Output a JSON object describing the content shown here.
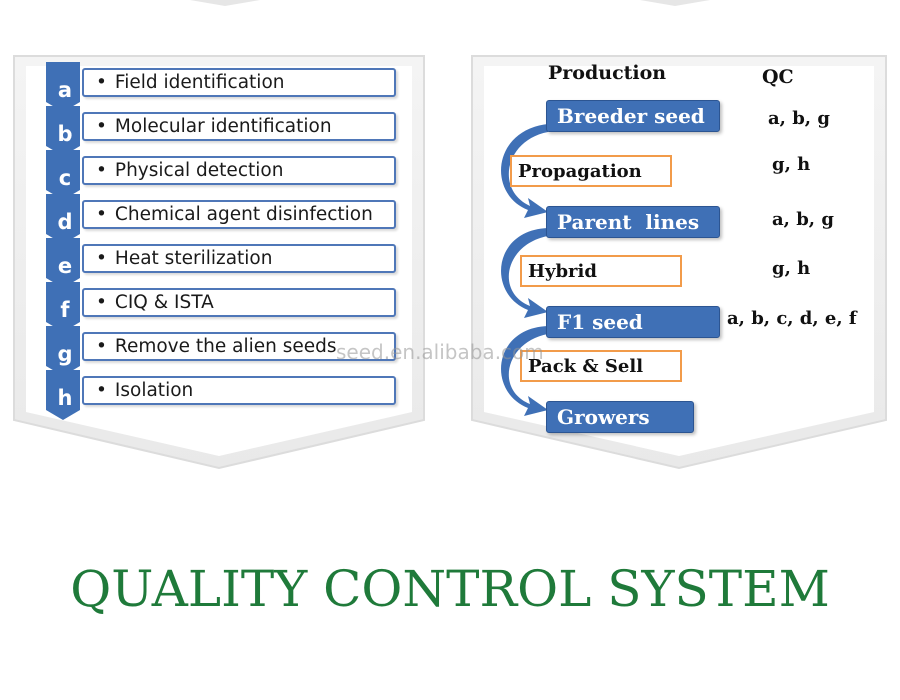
{
  "left_panel": {
    "steps": [
      {
        "letter": "a",
        "text": "Field identification"
      },
      {
        "letter": "b",
        "text": "Molecular identification"
      },
      {
        "letter": "c",
        "text": "Physical detection"
      },
      {
        "letter": "d",
        "text": "Chemical agent disinfection"
      },
      {
        "letter": "e",
        "text": "Heat sterilization"
      },
      {
        "letter": "f",
        "text": "CIQ & ISTA"
      },
      {
        "letter": "g",
        "text": "Remove the alien seeds"
      },
      {
        "letter": "h",
        "text": "Isolation"
      }
    ],
    "bullet": "•"
  },
  "right_panel": {
    "header_production": "Production",
    "header_qc": "QC",
    "stages": [
      {
        "label": "Breeder seed",
        "qc": "a, b, g"
      },
      {
        "label": "Parent  lines",
        "qc": "a, b, g"
      },
      {
        "label": "F1 seed",
        "qc": "a, b, c, d, e, f"
      },
      {
        "label": "Growers",
        "qc": ""
      }
    ],
    "processes": [
      {
        "label": "Propagation",
        "qc": "g, h"
      },
      {
        "label": "Hybrid",
        "qc": "g, h"
      },
      {
        "label": "Pack & Sell",
        "qc": ""
      }
    ]
  },
  "watermark": "seed.en.alibaba.com",
  "title": "QUALITY CONTROL SYSTEM",
  "colors": {
    "chevron_blue": "#3f70b6",
    "box_border_blue": "#4f77b8",
    "process_orange": "#f29b4a",
    "title_green": "#1f7a3a"
  }
}
